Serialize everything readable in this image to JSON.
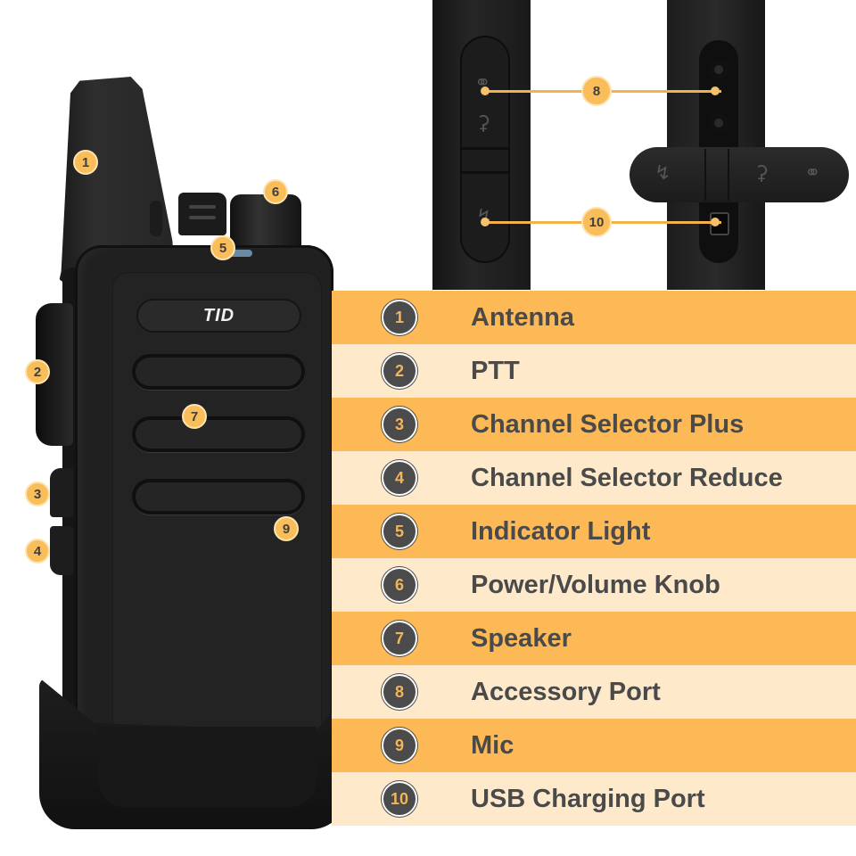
{
  "product": {
    "brand_logo": "TID"
  },
  "callouts_on_photo": [
    {
      "number": "1",
      "target": "antenna"
    },
    {
      "number": "2",
      "target": "ptt"
    },
    {
      "number": "3",
      "target": "channel-plus"
    },
    {
      "number": "4",
      "target": "channel-minus"
    },
    {
      "number": "5",
      "target": "indicator-light"
    },
    {
      "number": "6",
      "target": "knob"
    },
    {
      "number": "7",
      "target": "speaker"
    },
    {
      "number": "8",
      "target": "accessory-port"
    },
    {
      "number": "9",
      "target": "mic"
    },
    {
      "number": "10",
      "target": "usb-port"
    }
  ],
  "icons": {
    "headphone": "headphone-icon",
    "mic": "mic-icon",
    "usb": "usb-icon"
  },
  "colors": {
    "orange": "#fdb955",
    "cream": "#feeacb",
    "badge": "#4b4b4b",
    "badge_text": "#f4b45a",
    "label_text": "#4a4a4a"
  },
  "legend": {
    "items": [
      {
        "number": "1",
        "label": "Antenna"
      },
      {
        "number": "2",
        "label": "PTT"
      },
      {
        "number": "3",
        "label": "Channel Selector Plus"
      },
      {
        "number": "4",
        "label": "Channel Selector Reduce"
      },
      {
        "number": "5",
        "label": "Indicator Light"
      },
      {
        "number": "6",
        "label": "Power/Volume Knob"
      },
      {
        "number": "7",
        "label": "Speaker"
      },
      {
        "number": "8",
        "label": "Accessory Port"
      },
      {
        "number": "9",
        "label": "Mic"
      },
      {
        "number": "10",
        "label": "USB Charging Port"
      }
    ]
  }
}
